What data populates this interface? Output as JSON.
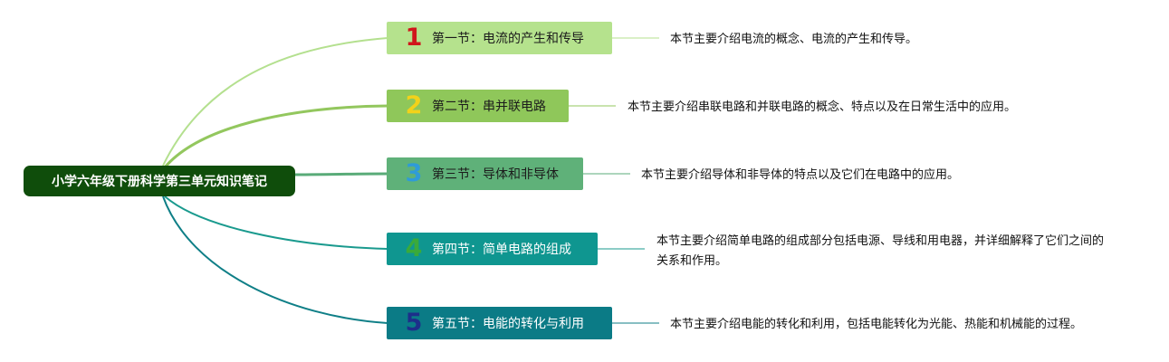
{
  "root": {
    "label": "小学六年级下册科学第三单元知识笔记",
    "color": "#0f4d0b"
  },
  "sections": [
    {
      "number": "1",
      "title": "第一节：电流的产生和传导",
      "number_color": "#d0161b",
      "box_color": "#b5e28d",
      "line_color": "#b4e08f",
      "description": "本节主要介绍电流的概念、电流的产生和传导。"
    },
    {
      "number": "2",
      "title": "第二节：串并联电路",
      "number_color": "#f2d21a",
      "box_color": "#8fc75a",
      "line_color": "#93c75e",
      "description": "本节主要介绍串联电路和并联电路的概念、特点以及在日常生活中的应用。"
    },
    {
      "number": "3",
      "title": "第三节：导体和非导体",
      "number_color": "#2f9bd8",
      "box_color": "#5fb179",
      "line_color": "#59ab78",
      "description": "本节主要介绍导体和非导体的特点以及它们在电路中的应用。"
    },
    {
      "number": "4",
      "title": "第四节：简单电路的组成",
      "number_color": "#3aaa3a",
      "box_color": "#0f9690",
      "line_color": "#1a9a8e",
      "description": "本节主要介绍简单电路的组成部分包括电源、导线和用电器，并详细解释了它们之间的关系和作用。"
    },
    {
      "number": "5",
      "title": "第五节：电能的转化与利用",
      "number_color": "#1d2f8a",
      "box_color": "#0b7b86",
      "line_color": "#0f7f87",
      "description": "本节主要介绍电能的转化和利用，包括电能转化为光能、热能和机械能的过程。"
    }
  ]
}
